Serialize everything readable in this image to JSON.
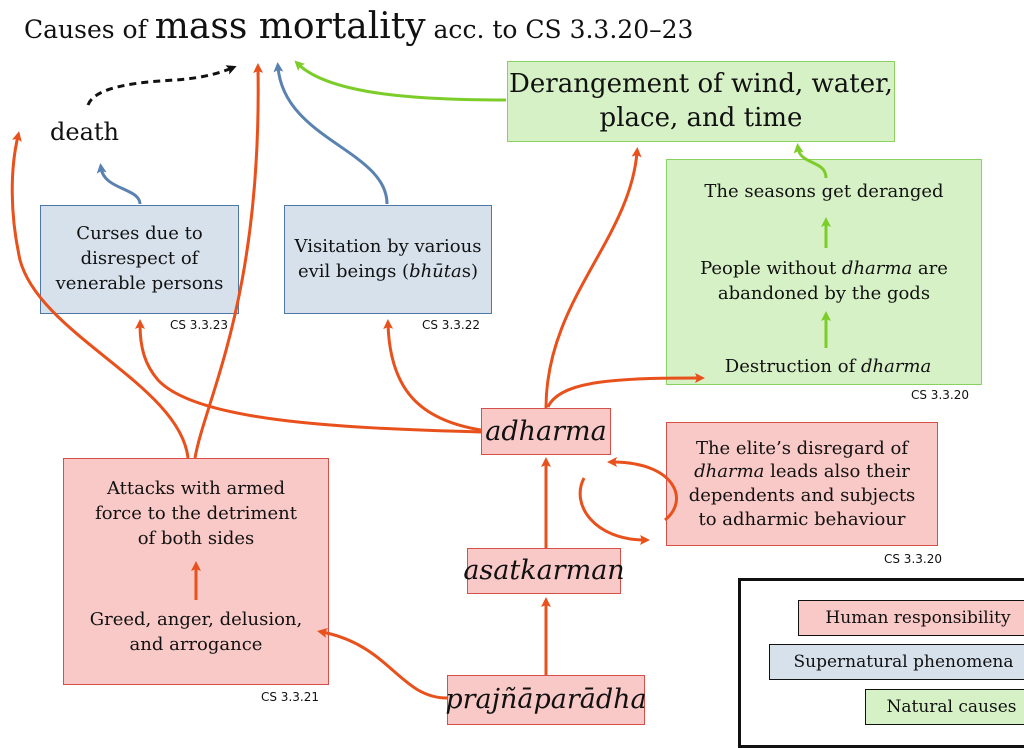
{
  "title": {
    "prefix": "Causes of",
    "main": "mass mortality",
    "suffix": "acc. to CS 3.3.20–23"
  },
  "nodes": {
    "death": "death",
    "derangement": {
      "line1": "Derangement of wind, water,",
      "line2": "place, and time"
    },
    "curses": {
      "line1": "Curses due to",
      "line2": "disrespect of",
      "line3": "venerable persons"
    },
    "visitation": {
      "line1": "Visitation by various",
      "line2_prefix": "evil beings (",
      "line2_italic": "bhūta",
      "line2_suffix": "s)"
    },
    "seasons": "The seasons get deranged",
    "abandoned": {
      "line1_prefix": "People without ",
      "line1_italic": "dharma",
      "line1_suffix": " are",
      "line2": "abandoned by the gods"
    },
    "destruction": {
      "prefix": "Destruction of ",
      "italic": "dharma"
    },
    "adharma": "adharma",
    "elite": {
      "line1": "The elite’s disregard of",
      "line2_italic": "dharma",
      "line2_suffix": " leads also their",
      "line3": "dependents and subjects",
      "line4": "to adharmic behaviour"
    },
    "attacks": {
      "line1": "Attacks with armed",
      "line2": "force to the detriment",
      "line3": "of both sides"
    },
    "greed": {
      "line1": "Greed, anger, delusion,",
      "line2": "and arrogance"
    },
    "asatkarman": "asatkarman",
    "prajnaparadha": "prajñāparādha"
  },
  "references": {
    "curses": "CS 3.3.23",
    "visitation": "CS 3.3.22",
    "natural": "CS 3.3.20",
    "elite": "CS 3.3.20",
    "attacks": "CS 3.3.21"
  },
  "legend": {
    "human": "Human responsibility",
    "supernatural": "Supernatural phenomena",
    "natural": "Natural causes"
  },
  "colors": {
    "human_fill": "#f8c9c7",
    "human_edge": "#d6504a",
    "supernatural_fill": "#d7e1ec",
    "supernatural_edge": "#4d78a6",
    "natural_fill": "#d7f1c6",
    "natural_edge": "#8cd060",
    "arrow_red": "#e8501c",
    "arrow_blue": "#5a82b0",
    "arrow_green": "#7ccd2a",
    "arrow_black": "#111111"
  }
}
